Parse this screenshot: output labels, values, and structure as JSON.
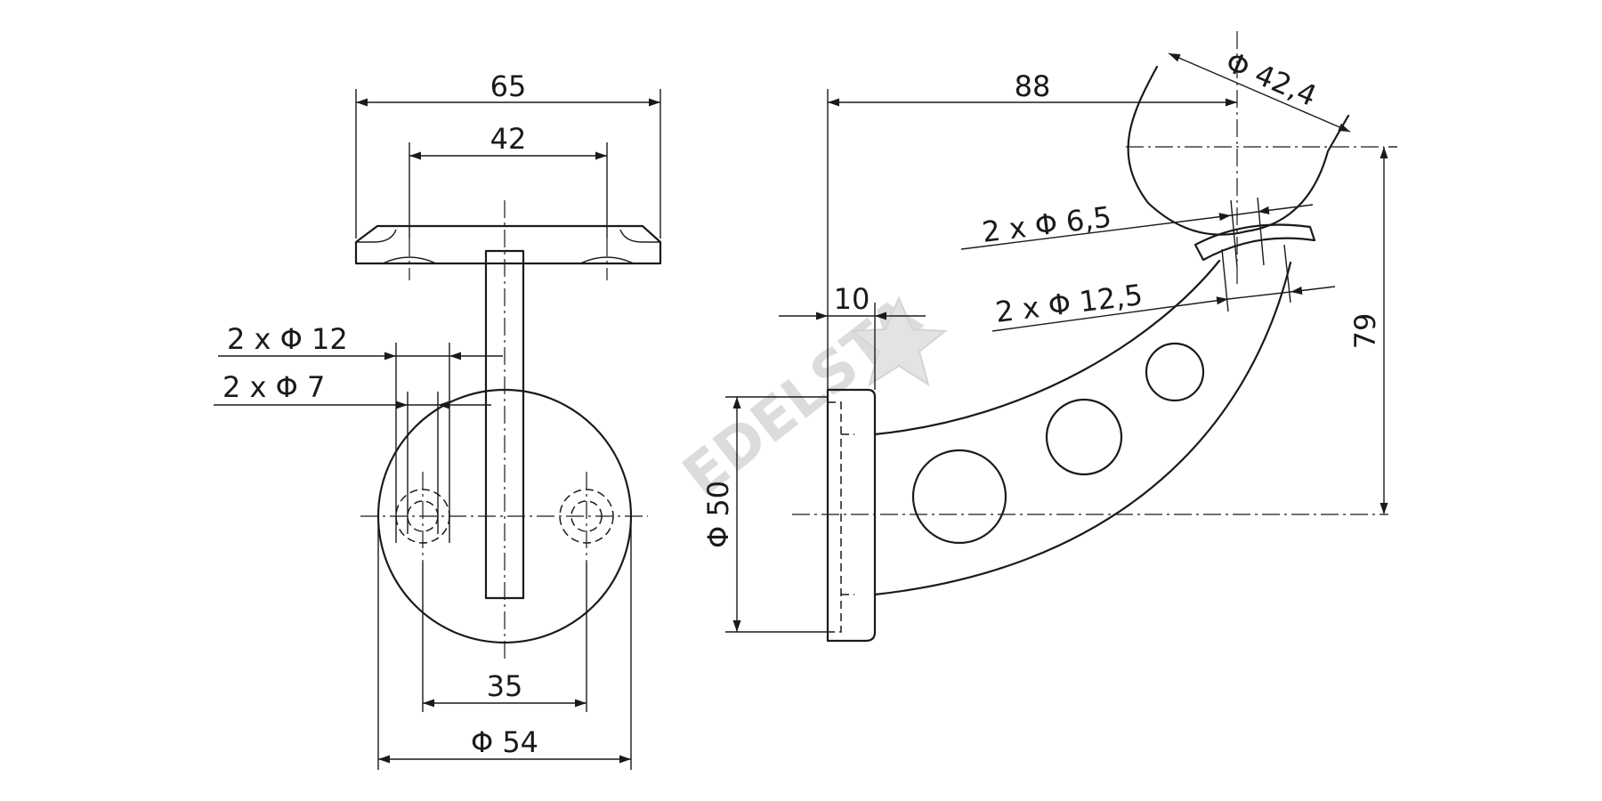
{
  "front_view": {
    "width_overall": "65",
    "width_holes": "42",
    "hole_a": "2 x Φ 12",
    "hole_b": "2 x Φ 7",
    "hole_spacing": "35",
    "base_diameter": "Φ 54"
  },
  "side_view": {
    "projection": "88",
    "tube_diameter": "Φ 42,4",
    "hole_small": "2 x Φ 6,5",
    "hole_large": "2 x Φ 12,5",
    "plate_thickness": "10",
    "height": "79",
    "plate_diameter": "Φ 50"
  },
  "watermark": {
    "text": "EDELSTA"
  }
}
